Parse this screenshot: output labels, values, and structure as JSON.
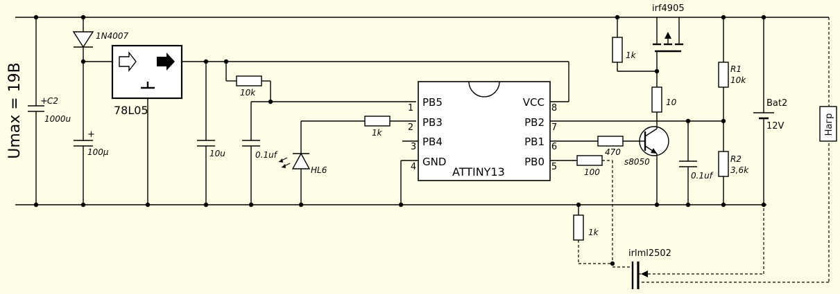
{
  "title": "Umax = 19B",
  "components": {
    "c2": {
      "ref": "C2",
      "value": "1000u"
    },
    "d1": {
      "value": "1N4007"
    },
    "c_100u": {
      "value": "100μ"
    },
    "regulator": {
      "value": "78L05"
    },
    "c_10u": {
      "value": "10u"
    },
    "r_10k": {
      "value": "10k"
    },
    "c_01uf_left": {
      "value": "0.1uf"
    },
    "led": {
      "ref": "HL6"
    },
    "r_1k_led": {
      "value": "1k"
    },
    "mcu": {
      "name": "ATTINY13",
      "pins": [
        {
          "num": "1",
          "label": "PB5"
        },
        {
          "num": "2",
          "label": "PB3"
        },
        {
          "num": "3",
          "label": "PB4"
        },
        {
          "num": "4",
          "label": "GND"
        },
        {
          "num": "8",
          "label": "VCC"
        },
        {
          "num": "7",
          "label": "PB2"
        },
        {
          "num": "6",
          "label": "PB1"
        },
        {
          "num": "5",
          "label": "PB0"
        }
      ]
    },
    "r_470": {
      "value": "470"
    },
    "r_100": {
      "value": "100"
    },
    "q_npn": {
      "value": "s8050"
    },
    "r_10": {
      "value": "10"
    },
    "r_1k_gate": {
      "value": "1k"
    },
    "q_pmos": {
      "value": "irf4905"
    },
    "c_01uf_right": {
      "value": "0.1uf"
    },
    "r1": {
      "ref": "R1",
      "value": "10k"
    },
    "r2": {
      "ref": "R2",
      "value": "3,6k"
    },
    "bat": {
      "ref": "Bat2",
      "value": "12V"
    },
    "r_1k_bottom": {
      "value": "1k"
    },
    "q_nmos": {
      "value": "irlml2502"
    },
    "load": {
      "value": "Нагр"
    }
  }
}
